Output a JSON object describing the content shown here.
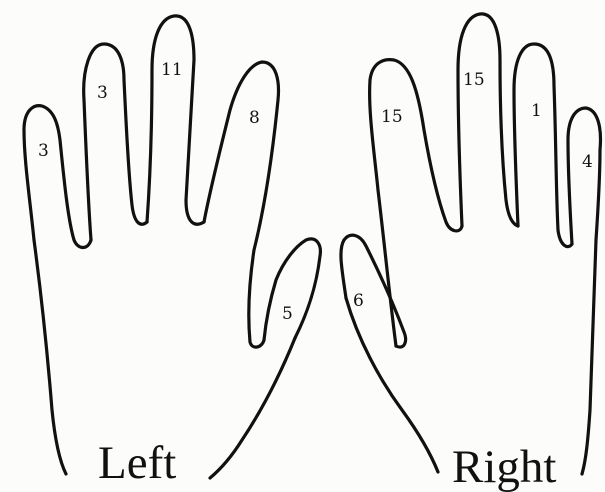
{
  "hands": {
    "left": {
      "label": "Left",
      "fingers": [
        {
          "finger": "little",
          "count": "3"
        },
        {
          "finger": "ring",
          "count": "3"
        },
        {
          "finger": "middle",
          "count": "11"
        },
        {
          "finger": "index",
          "count": "8"
        },
        {
          "finger": "thumb",
          "count": "5"
        }
      ]
    },
    "right": {
      "label": "Right",
      "fingers": [
        {
          "finger": "thumb",
          "count": "6"
        },
        {
          "finger": "index",
          "count": "15"
        },
        {
          "finger": "middle",
          "count": "15"
        },
        {
          "finger": "ring",
          "count": "1"
        },
        {
          "finger": "little",
          "count": "4"
        }
      ]
    }
  }
}
